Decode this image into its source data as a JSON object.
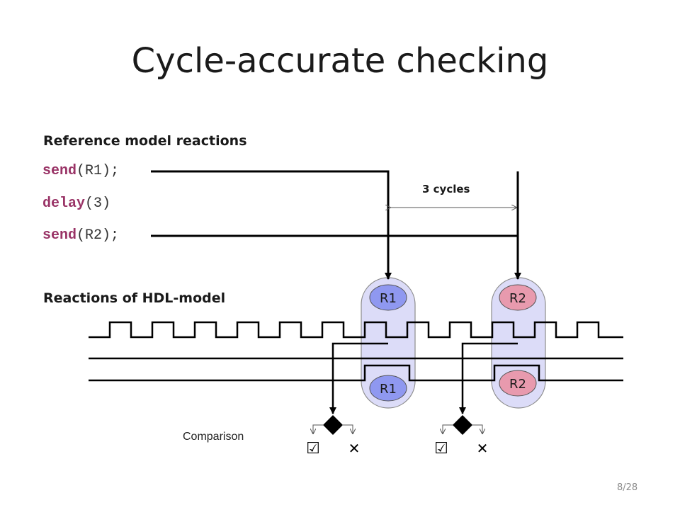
{
  "slide": {
    "title": "Cycle-accurate checking",
    "page_number": "8/28"
  },
  "reference": {
    "heading": "Reference model reactions",
    "line1_kw": "send",
    "line1_arg": "(R1);",
    "line2_kw": "delay",
    "line2_arg": "(3)",
    "line3_kw": "send",
    "line3_arg": "(R2);"
  },
  "hdl": {
    "heading": "Reactions of HDL-model"
  },
  "timing": {
    "cycles_label": "3 cycles"
  },
  "reactions": {
    "r1_top": "R1",
    "r1_bottom": "R1",
    "r2_top": "R2",
    "r2_bottom": "R2"
  },
  "comparison": {
    "label": "Comparison",
    "pass_symbol": "☑",
    "fail_symbol": "✕"
  },
  "colors": {
    "capsule_fill": "#dcdcf8",
    "r1_fill": "#8f98f0",
    "r2_fill": "#e89aae",
    "keyword": "#993366",
    "line": "#000000"
  }
}
